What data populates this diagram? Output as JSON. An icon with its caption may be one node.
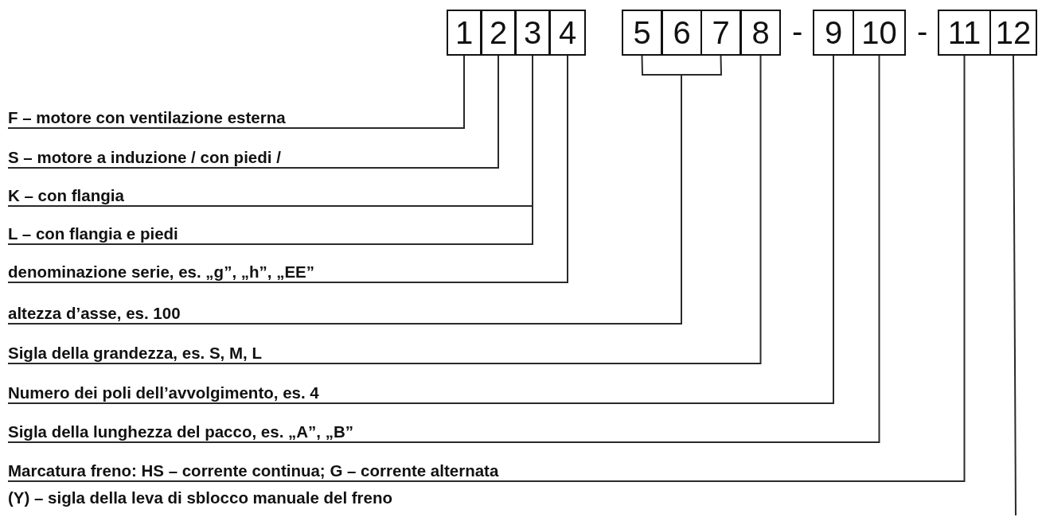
{
  "diagram": {
    "nodes": [
      {
        "text": [
          "1"
        ]
      },
      {
        "text": [
          "2"
        ]
      },
      {
        "text": [
          "3"
        ]
      },
      {
        "text": [
          "4"
        ]
      },
      {
        "text": [
          "5"
        ]
      },
      {
        "text": [
          "6"
        ]
      },
      {
        "text": [
          "7"
        ]
      },
      {
        "text": [
          "8"
        ]
      },
      {
        "text": [
          "9"
        ]
      },
      {
        "text": [
          "10"
        ]
      },
      {
        "text": [
          "11"
        ]
      },
      {
        "text": [
          "12"
        ]
      },
      {
        "text": [
          "F – motore con ventilazione esterna"
        ]
      },
      {
        "text": [
          "S – motore a induzione / con piedi /"
        ]
      },
      {
        "text": [
          "K – con flangia"
        ]
      },
      {
        "text": [
          "L – con flangia e piedi"
        ]
      },
      {
        "text": [
          "denominazione serie, es. „g”, „h”, „EE”"
        ]
      },
      {
        "text": [
          "altezza d’asse, es. 100"
        ]
      },
      {
        "text": [
          "Sigla della grandezza, es. S, M, L"
        ]
      },
      {
        "text": [
          "Numero dei poli dell’avvolgimento, es. 4"
        ]
      },
      {
        "text": [
          "Sigla della lunghezza del pacco, es. „A”, „B”"
        ]
      },
      {
        "text": [
          "Marcatura freno: HS – corrente continua; G – corrente alternata"
        ]
      },
      {
        "text": [
          "(Y) – sigla della leva di sblocco manuale del freno"
        ]
      }
    ],
    "edges": [
      {
        "from": 12,
        "to": 0,
        "arrow": "none"
      },
      {
        "from": 13,
        "to": 1,
        "arrow": "none"
      },
      {
        "from": 14,
        "to": 2,
        "arrow": "none"
      },
      {
        "from": 15,
        "to": 2,
        "arrow": "none"
      },
      {
        "from": 16,
        "to": 3,
        "arrow": "none"
      },
      {
        "from": 17,
        "to": 4,
        "arrow": "none"
      },
      {
        "from": 17,
        "to": 6,
        "arrow": "none"
      },
      {
        "from": 18,
        "to": 7,
        "arrow": "none"
      },
      {
        "from": 19,
        "to": 8,
        "arrow": "none"
      },
      {
        "from": 20,
        "to": 9,
        "arrow": "none"
      },
      {
        "from": 21,
        "to": 10,
        "arrow": "none"
      },
      {
        "from": 11,
        "to": null,
        "arrow": "none"
      }
    ],
    "labels": [
      "-",
      "-"
    ]
  }
}
